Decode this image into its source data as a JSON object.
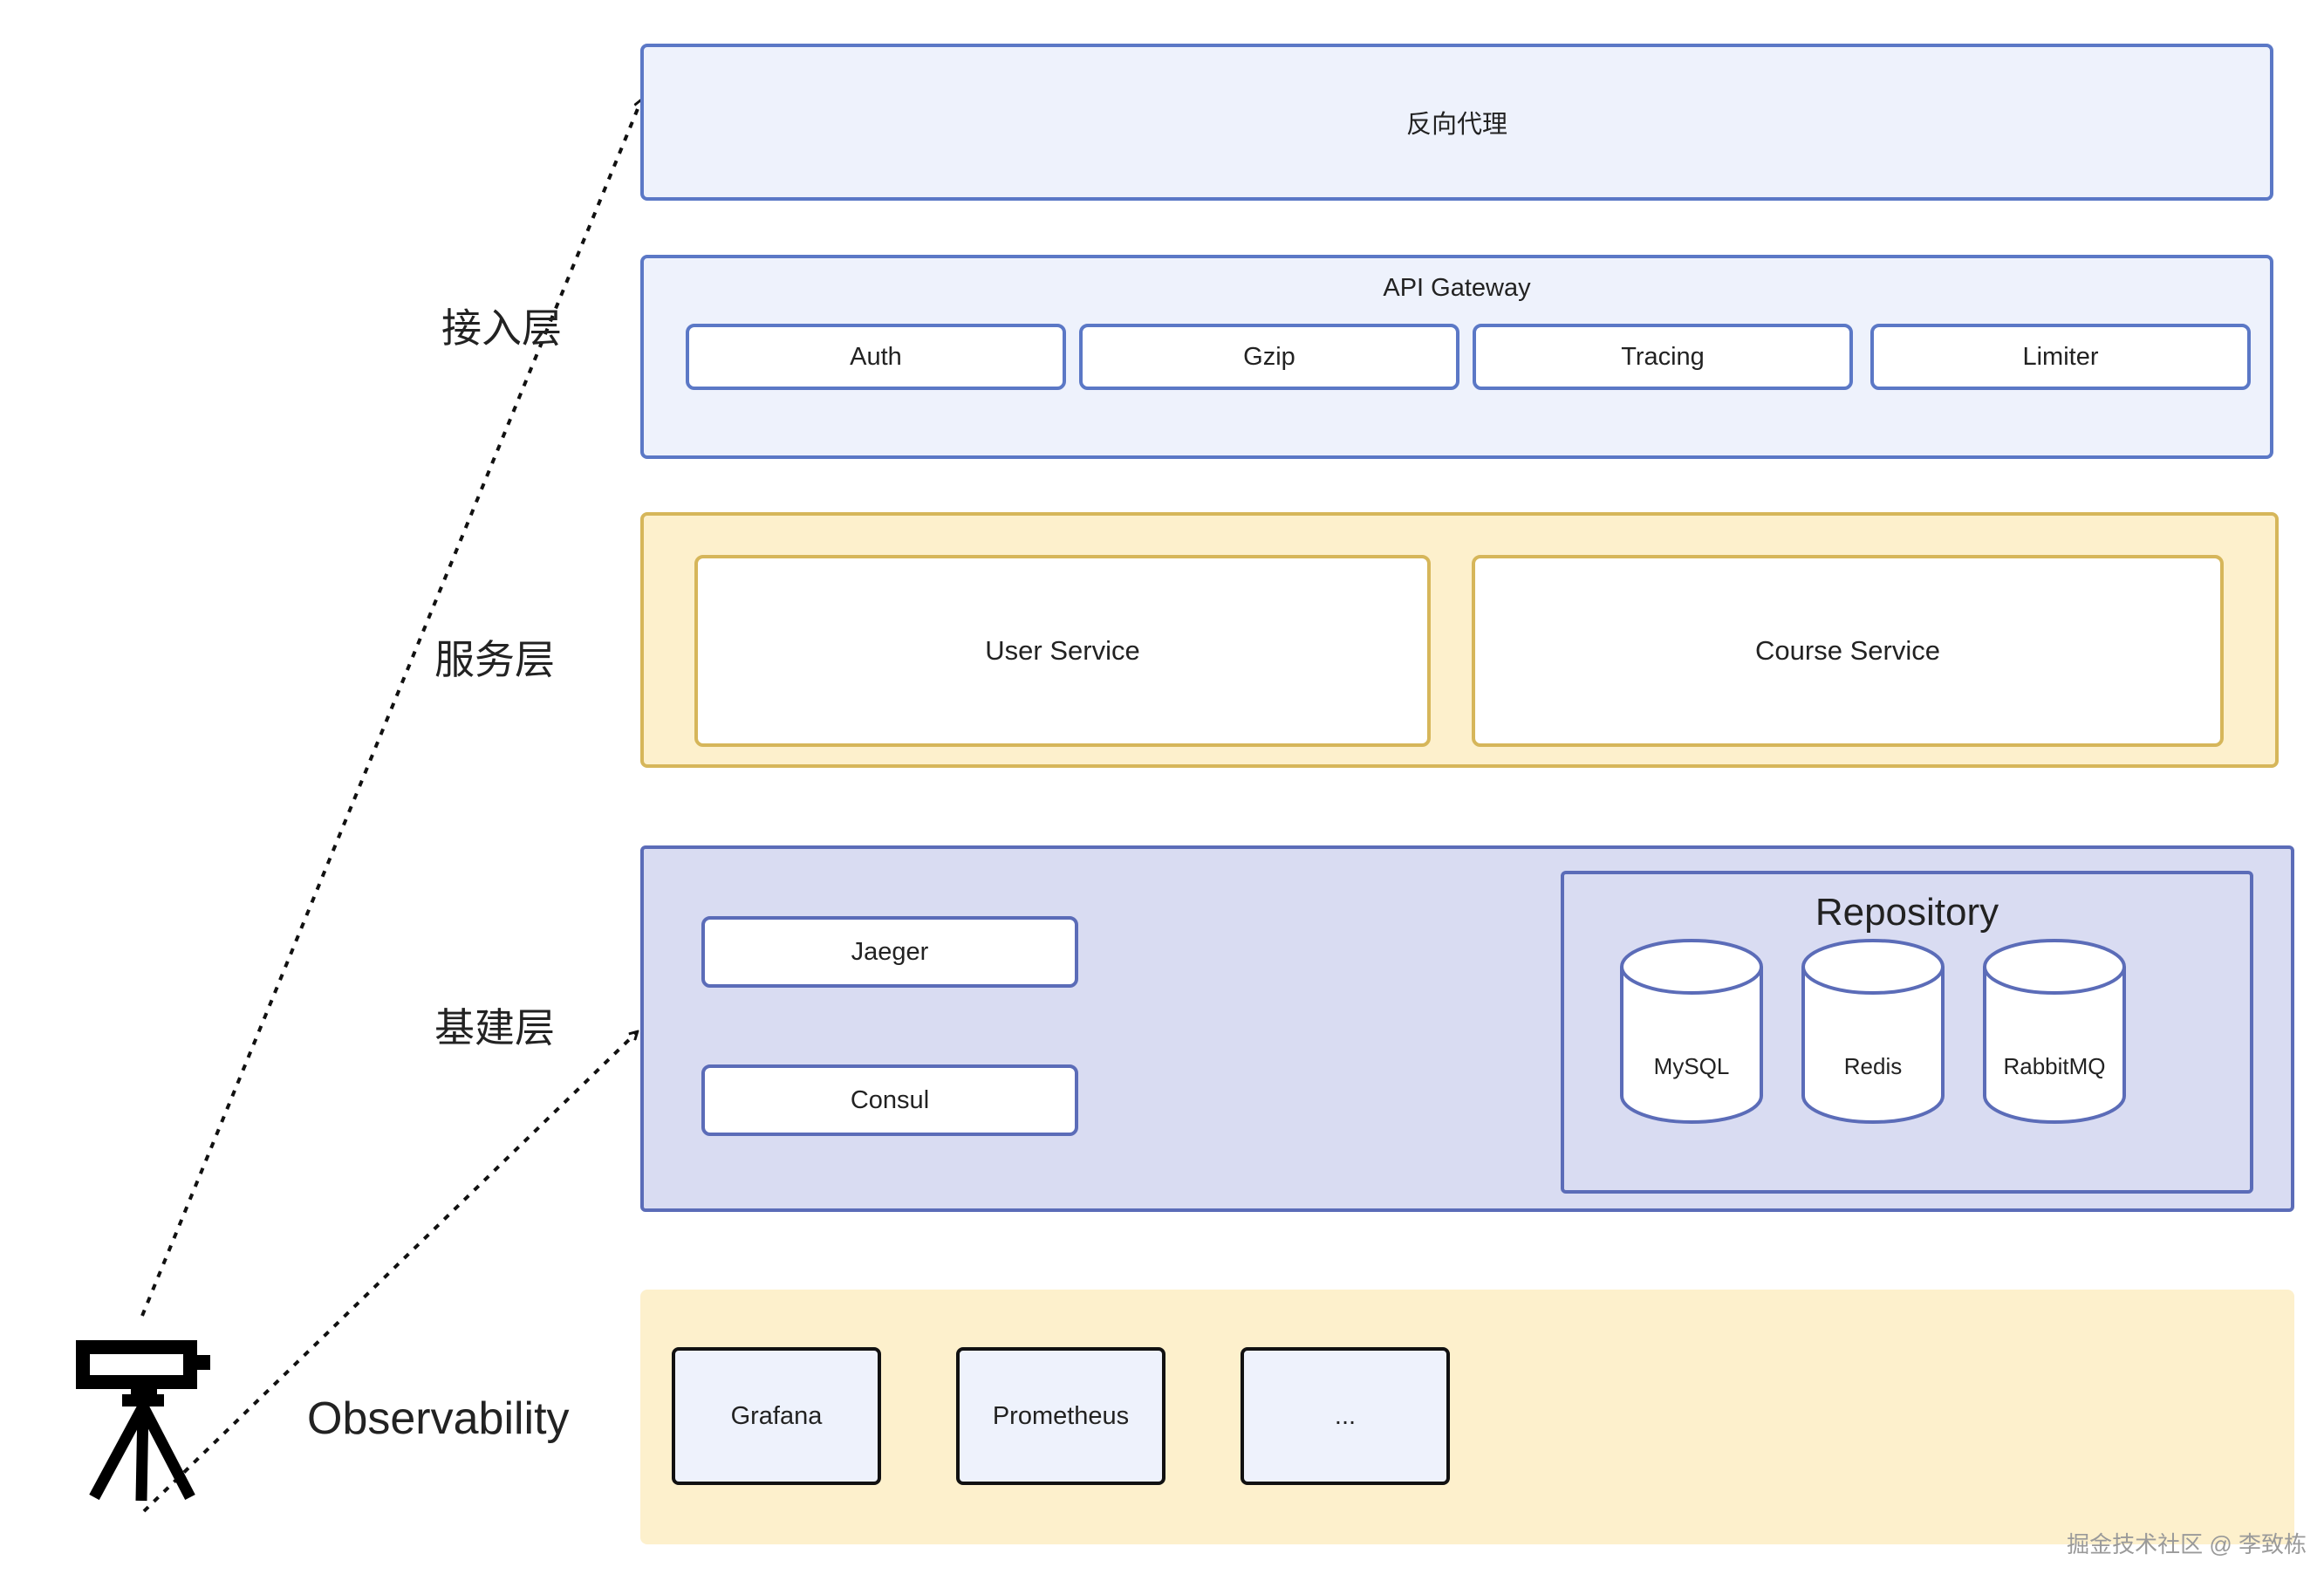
{
  "layers": {
    "access": "接入层",
    "service": "服务层",
    "infra": "基建层",
    "observability": "Observability"
  },
  "reverse_proxy": {
    "label": "反向代理"
  },
  "api_gateway": {
    "title": "API Gateway",
    "modules": [
      "Auth",
      "Gzip",
      "Tracing",
      "Limiter"
    ]
  },
  "services": [
    "User Service",
    "Course Service"
  ],
  "infra": {
    "components": [
      "Jaeger",
      "Consul"
    ],
    "repository": {
      "title": "Repository",
      "stores": [
        "MySQL",
        "Redis",
        "RabbitMQ"
      ]
    }
  },
  "observability_tools": [
    "Grafana",
    "Prometheus",
    "..."
  ],
  "watermark": "掘金技术社区 @ 李致栋",
  "icons": {
    "observer": "telescope-tripod-icon"
  },
  "colors": {
    "blue_fill": "#eef2fc",
    "blue_stroke": "#5b78c6",
    "yellow_fill": "#fdf0cc",
    "yellow_stroke": "#d6b65a",
    "lavender_fill": "#d9dcf2"
  }
}
